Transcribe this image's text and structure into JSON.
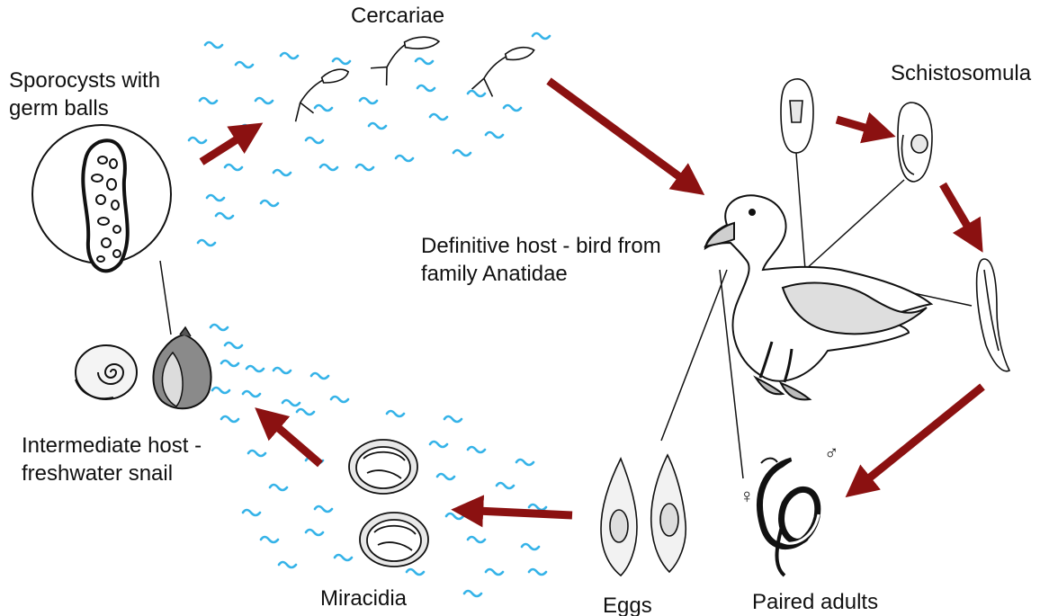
{
  "labels": {
    "cercariae": "Cercariae",
    "sporocysts": [
      "Sporocysts with",
      "germ balls"
    ],
    "schistosomula": "Schistosomula",
    "definitive_host": [
      "Definitive host - bird from",
      "family Anatidae"
    ],
    "intermediate_host": [
      "Intermediate host -",
      "freshwater snail"
    ],
    "miracidia": "Miracidia",
    "eggs": "Eggs",
    "paired_adults": "Paired adults",
    "male_symbol": "♂",
    "female_symbol": "♀"
  },
  "colors": {
    "arrow": "#8b1111",
    "water_wave": "#35b3e8",
    "ink": "#111111",
    "body_grey": "#d9d9d9"
  }
}
